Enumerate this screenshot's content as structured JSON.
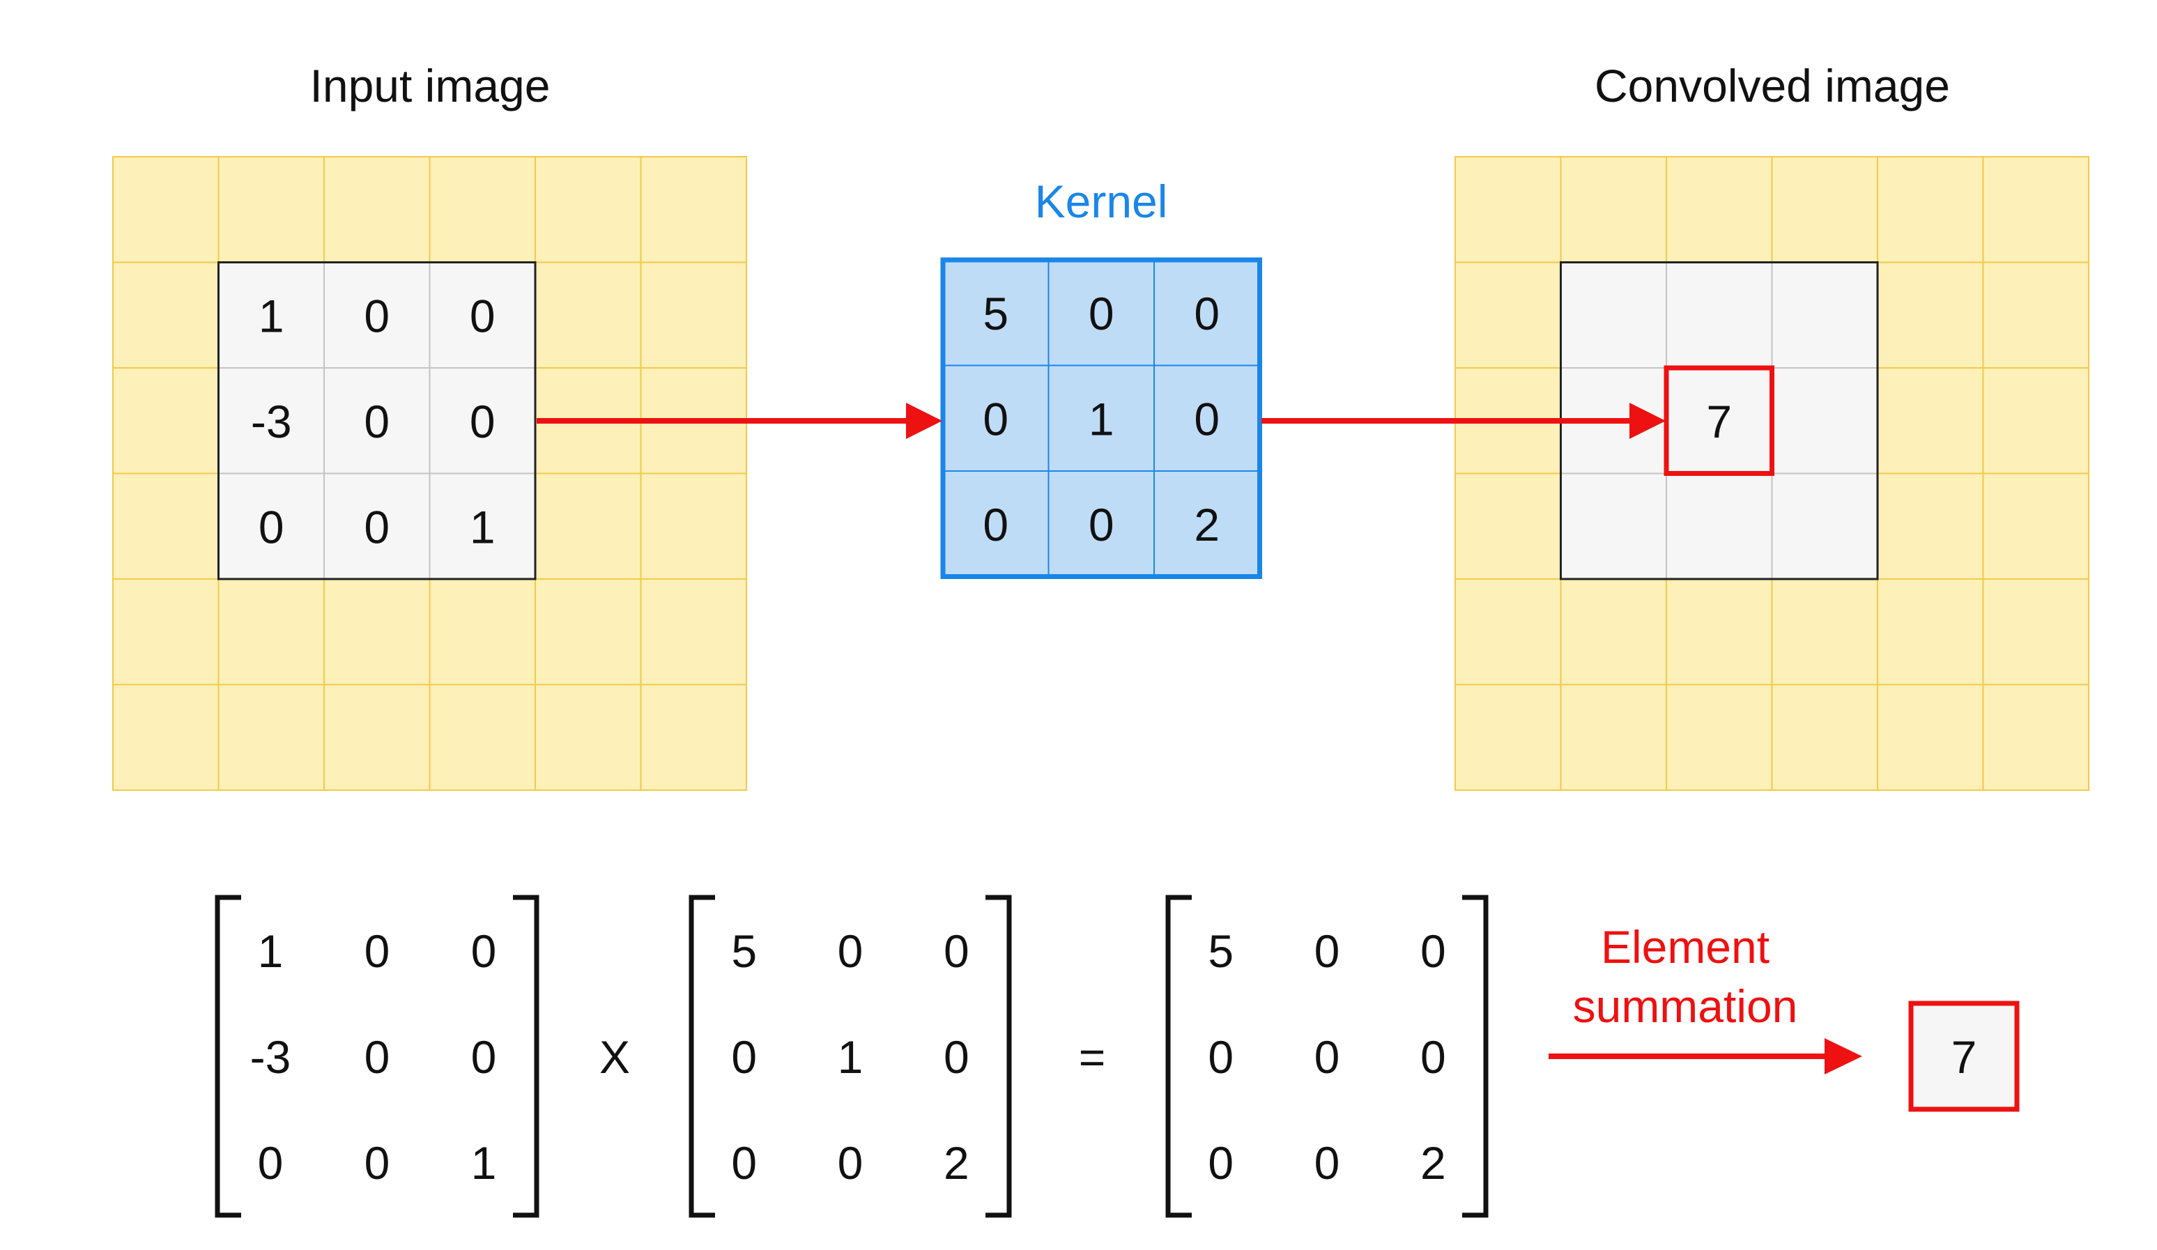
{
  "titles": {
    "input": "Input image",
    "kernel": "Kernel",
    "convolved": "Convolved image"
  },
  "input_patch": [
    [
      "1",
      "0",
      "0"
    ],
    [
      "-3",
      "0",
      "0"
    ],
    [
      "0",
      "0",
      "1"
    ]
  ],
  "kernel": [
    [
      "5",
      "0",
      "0"
    ],
    [
      "0",
      "1",
      "0"
    ],
    [
      "0",
      "0",
      "2"
    ]
  ],
  "output_value": "7",
  "equation": {
    "left": [
      [
        "1",
        "0",
        "0"
      ],
      [
        "-3",
        "0",
        "0"
      ],
      [
        "0",
        "0",
        "1"
      ]
    ],
    "operator": "X",
    "middle": [
      [
        "5",
        "0",
        "0"
      ],
      [
        "0",
        "1",
        "0"
      ],
      [
        "0",
        "0",
        "2"
      ]
    ],
    "equals": "=",
    "right": [
      [
        "5",
        "0",
        "0"
      ],
      [
        "0",
        "0",
        "0"
      ],
      [
        "0",
        "0",
        "2"
      ]
    ],
    "step_label": [
      "Element",
      "summation"
    ],
    "result": "7"
  },
  "colors": {
    "padding_fill": "#fdf0b8",
    "padding_stroke": "#f2c94c",
    "patch_fill": "#f6f6f6",
    "kernel_fill": "#bfdcf7",
    "kernel_stroke": "#1a86e8",
    "arrow": "#ee1111"
  }
}
